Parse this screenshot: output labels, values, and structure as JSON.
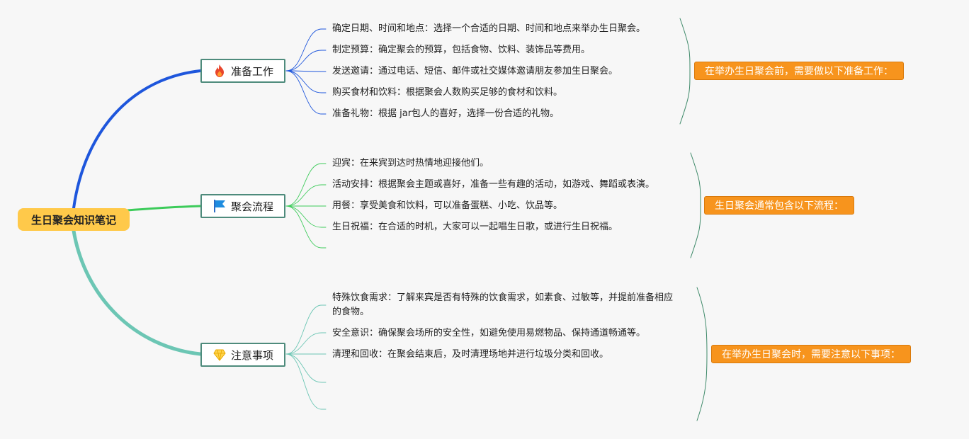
{
  "title": "生日聚会知识笔记",
  "colors": {
    "root_bg": "#ffc94a",
    "branch1": "#1e56dc",
    "branch2": "#3ccb5a",
    "branch3": "#6cc6b4",
    "summary_bg": "#f7941d",
    "summary_text": "#ffffff"
  },
  "topics": [
    {
      "label": "准备工作",
      "icon": "fire-icon",
      "items": [
        "确定日期、时间和地点：选择一个合适的日期、时间和地点来举办生日聚会。",
        "制定预算：确定聚会的预算，包括食物、饮料、装饰品等费用。",
        "发送邀请：通过电话、短信、邮件或社交媒体邀请朋友参加生日聚会。",
        "购买食材和饮料：根据聚会人数购买足够的食材和饮料。",
        "准备礼物：根据 jar包人的喜好，选择一份合适的礼物。"
      ],
      "summary": "在举办生日聚会前，需要做以下准备工作："
    },
    {
      "label": "聚会流程",
      "icon": "flag-icon",
      "items": [
        "迎宾：在来宾到达时热情地迎接他们。",
        "活动安排：根据聚会主题或喜好，准备一些有趣的活动，如游戏、舞蹈或表演。",
        "用餐：享受美食和饮料，可以准备蛋糕、小吃、饮品等。",
        "生日祝福：在合适的时机，大家可以一起唱生日歌，或进行生日祝福。",
        ""
      ],
      "summary": "生日聚会通常包含以下流程："
    },
    {
      "label": "注意事项",
      "icon": "diamond-icon",
      "items": [
        "特殊饮食需求：了解来宾是否有特殊的饮食需求，如素食、过敏等，并提前准备相应的食物。",
        "安全意识：确保聚会场所的安全性，如避免使用易燃物品、保持通道畅通等。",
        "清理和回收：在聚会结束后，及时清理场地并进行垃圾分类和回收。",
        "",
        ""
      ],
      "summary": "在举办生日聚会时，需要注意以下事项："
    }
  ]
}
